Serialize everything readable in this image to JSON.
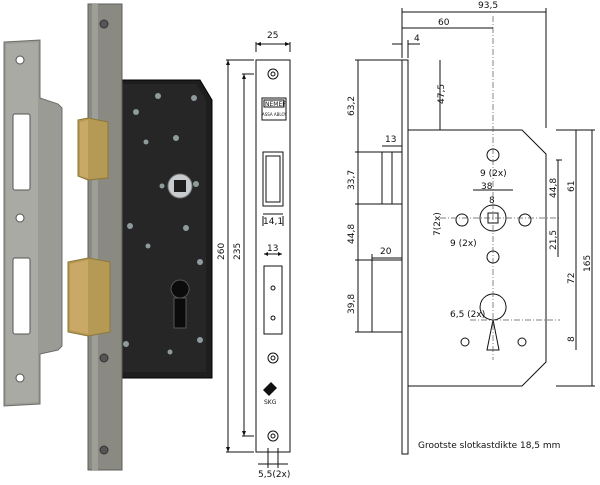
{
  "brand": {
    "nemef": "NEMEF",
    "assa_abloy": "ASSA ABLOY",
    "skg": "SKG"
  },
  "front_plate_dims": {
    "width_top": "25",
    "height_total": "260",
    "height_inner": "235",
    "slot_width": "14,1",
    "slot_small": "13",
    "screw_holes": "5,5(2x)"
  },
  "section_dims": {
    "total_width": "93,5",
    "backset": "60",
    "plate_thickness": "4",
    "top_offset": "63,2",
    "to_follower": "47,5",
    "latch_height": "13",
    "latch_to_follower": "33,7",
    "follower_to_bolt": "44,8",
    "bolt_projection": "20",
    "bolt_height": "39,8",
    "follower_holes": "9 (2x)",
    "follower_spacing": "38",
    "square": "8",
    "side_holes": "7(2x)",
    "side_holes_2": "9 (2x)",
    "follower_right_1": "44,8",
    "follower_right_2": "61",
    "follower_right_3": "21,5",
    "cyl_center": "72",
    "overall_right": "165",
    "cyl_holes": "6,5 (2x)",
    "cyl_small": "8"
  },
  "footer_note": "Grootste slotkastdikte 18,5 mm",
  "colors": {
    "steel": "#8a8a82",
    "steel_dark": "#5e5f5a",
    "case_black": "#1c1c1c",
    "brass": "#b59a55",
    "brass_dark": "#8e7638",
    "line": "#111111"
  }
}
